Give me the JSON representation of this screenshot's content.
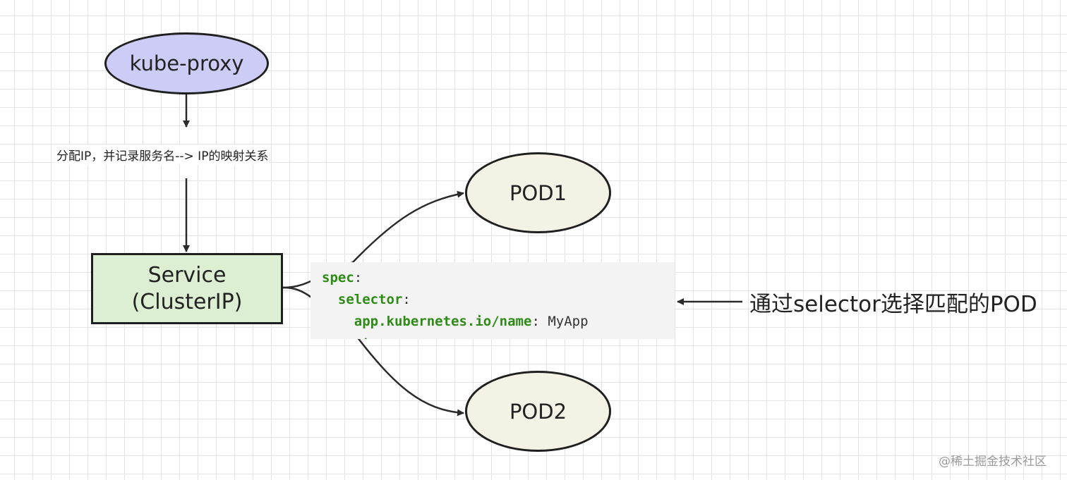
{
  "nodes": {
    "kube_proxy": "kube-proxy",
    "service_line1": "Service",
    "service_line2": "(ClusterIP)",
    "pod1": "POD1",
    "pod2": "POD2"
  },
  "labels": {
    "assign_ip": "分配IP，并记录服务名--> IP的映射关系",
    "selector_match": "通过selector选择匹配的POD"
  },
  "code": {
    "line1_key": "spec",
    "line1_colon": ":",
    "line2_indent": "  ",
    "line2_key": "selector",
    "line2_colon": ":",
    "line3_indent": "    ",
    "line3_key": "app.kubernetes.io/name",
    "line3_sep": ": ",
    "line3_value": "MyApp",
    "line4_indent": "  ",
    "line4_key": "ports",
    "line4_colon": ":"
  },
  "watermark": "@稀土掘金技术社区",
  "colors": {
    "kube_proxy_fill": "#ccccf6",
    "service_fill": "#dcefd3",
    "pod_fill": "#f4f2e4",
    "code_keyword": "#2e8b16"
  }
}
